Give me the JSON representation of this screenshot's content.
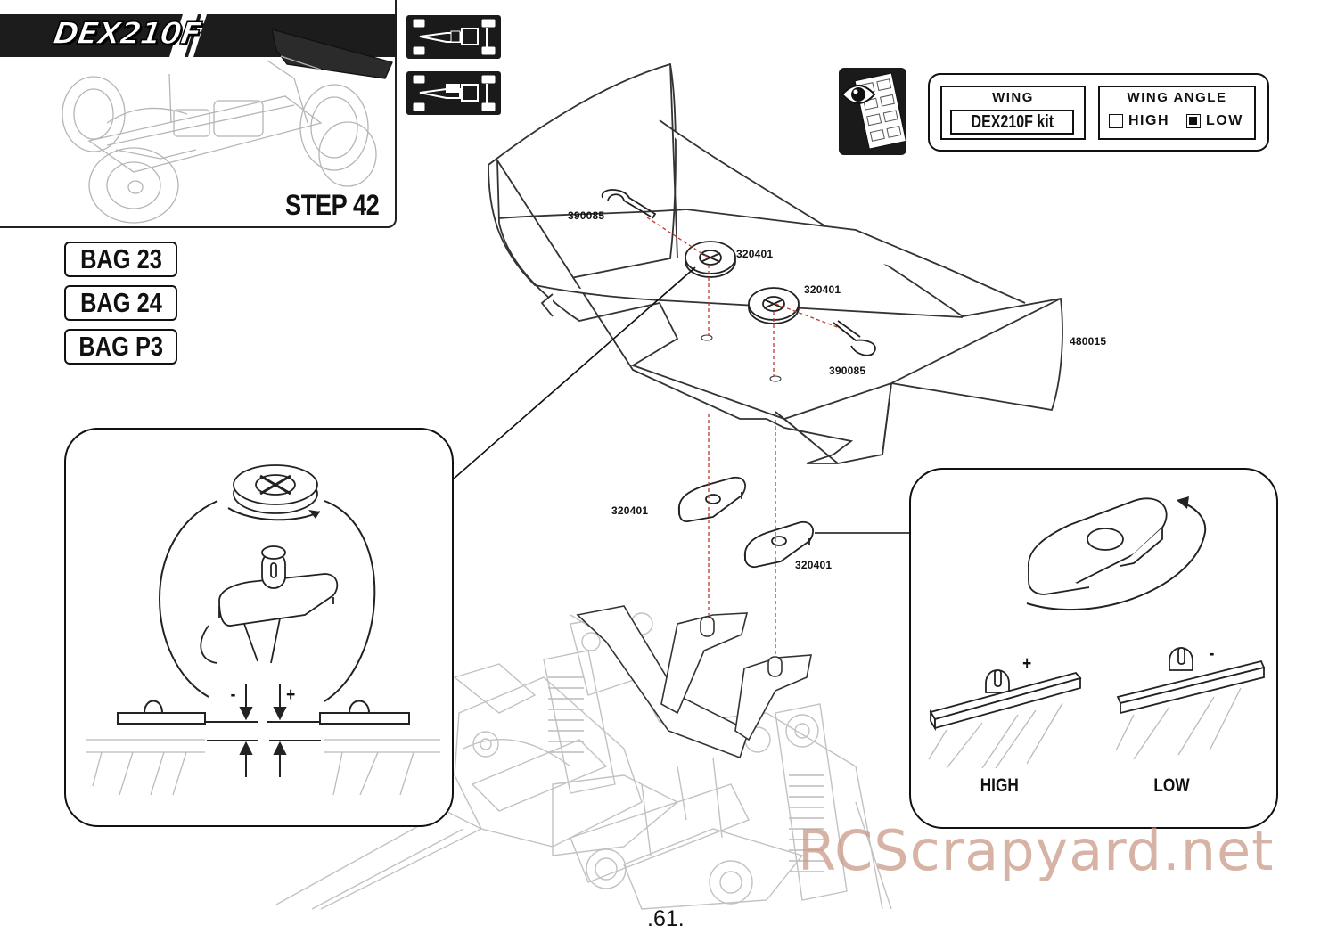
{
  "header": {
    "model": "DEX210F",
    "step": "STEP 42"
  },
  "bags": [
    "BAG 23",
    "BAG 24",
    "BAG P3"
  ],
  "settings": {
    "wing_label": "WING",
    "wing_value": "DEX210F kit",
    "angle_label": "WING ANGLE",
    "options": [
      {
        "label": "HIGH",
        "checked": false
      },
      {
        "label": "LOW",
        "checked": true
      }
    ]
  },
  "parts": {
    "clip_top": "390085",
    "mount_left": "320401",
    "mount_right": "320401",
    "clip_right": "390085",
    "wing": "480015",
    "insert_left": "320401",
    "insert_right": "320401"
  },
  "detail_left": {
    "minus": "-",
    "plus": "+"
  },
  "detail_right": {
    "plus": "+",
    "minus": "-",
    "high": "HIGH",
    "low": "LOW"
  },
  "page_number": ".61.",
  "watermark": "RCScrapyard.net"
}
